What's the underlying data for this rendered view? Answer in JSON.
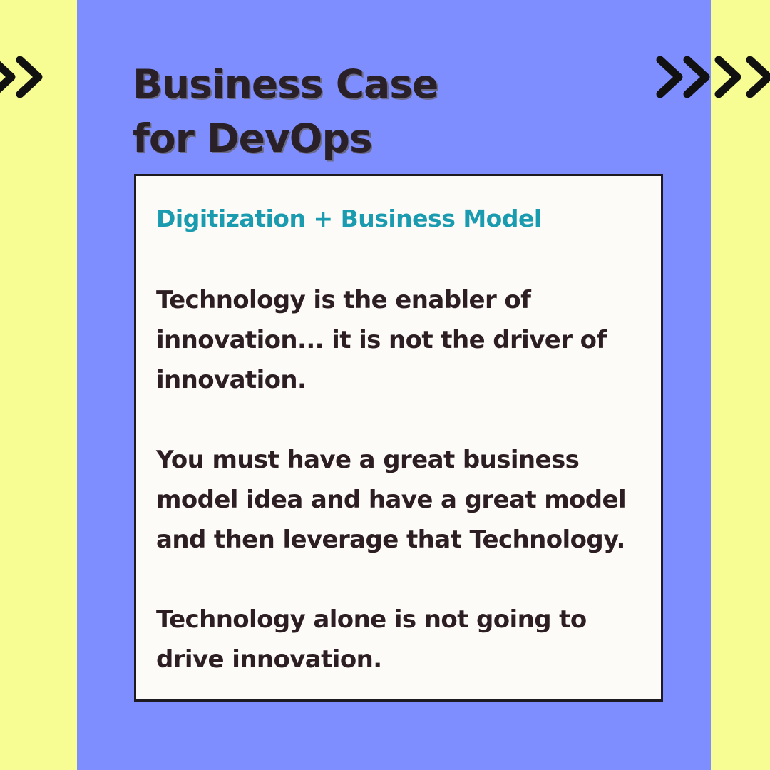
{
  "colors": {
    "background": "#f7fd92",
    "band": "#7f8eff",
    "card": "#fcfbf7",
    "title_text": "#2a2128",
    "subtitle_text": "#1a9bb0",
    "body_text": "#2c1e22"
  },
  "icons": {
    "left": "double-chevron-right-icon",
    "right": "quadruple-chevron-right-icon"
  },
  "title": {
    "line1": "Business Case",
    "line2": "for DevOps"
  },
  "card": {
    "subtitle": "Digitization + Business Model",
    "paragraphs": [
      {
        "lines": [
          "Technology is the enabler of",
          "innovation... it is not the driver of",
          "innovation."
        ]
      },
      {
        "lines": [
          "You must have a great business",
          "model idea and have a great model",
          "and then leverage that Technology."
        ]
      },
      {
        "lines": [
          "Technology alone is not going to",
          "drive innovation."
        ]
      }
    ]
  }
}
